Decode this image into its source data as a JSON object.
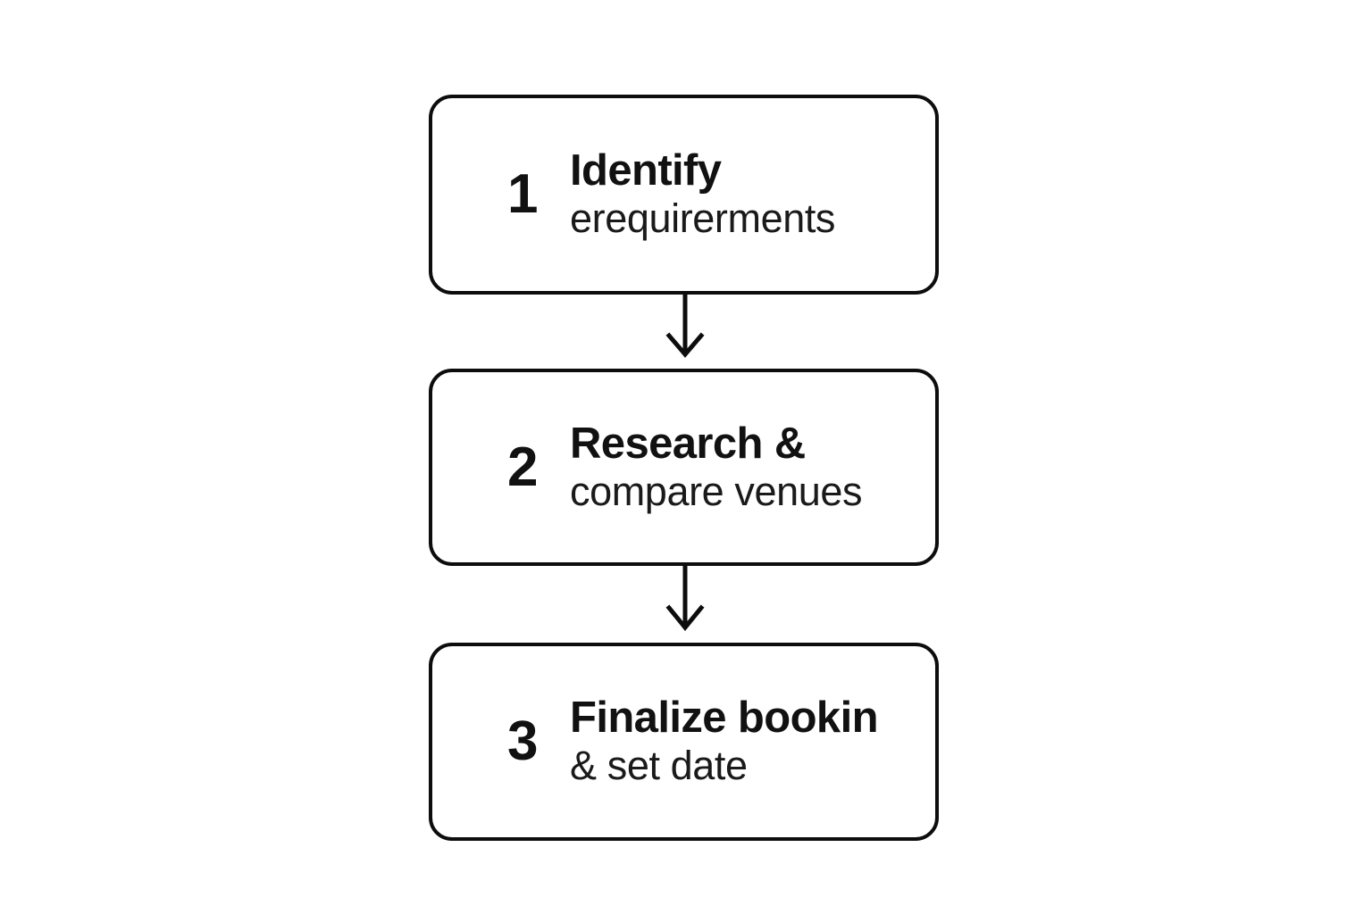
{
  "diagram": {
    "type": "vertical-flowchart",
    "title_present": false,
    "background_color": "#ffffff",
    "stroke_color": "#0d0d0d",
    "text_color": "#111111",
    "steps": [
      {
        "number": "1",
        "title": "Identify",
        "subtitle": "erequirerments"
      },
      {
        "number": "2",
        "title": "Research &",
        "subtitle": "compare venues"
      },
      {
        "number": "3",
        "title": "Finalize bookin",
        "subtitle": "& set date"
      }
    ],
    "connectors": [
      {
        "from": "1",
        "to": "2",
        "style": "down-arrow"
      },
      {
        "from": "2",
        "to": "3",
        "style": "down-arrow"
      }
    ]
  }
}
